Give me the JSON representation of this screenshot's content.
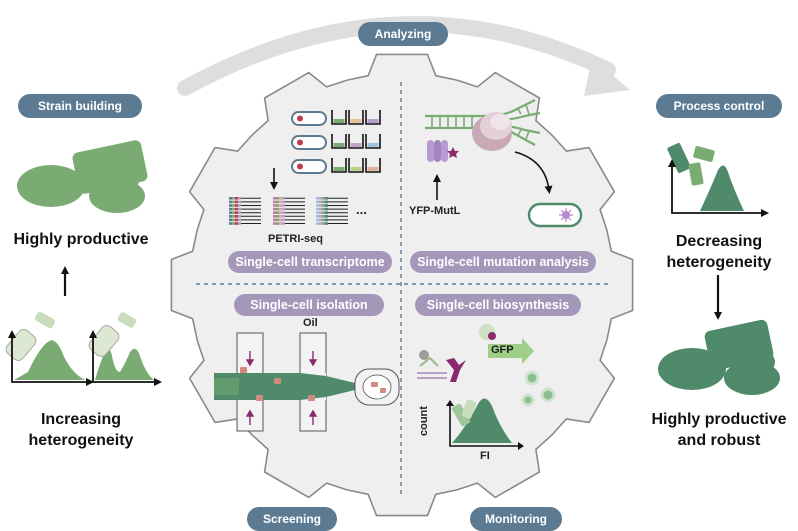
{
  "stages": {
    "analyzing": "Analyzing",
    "screening": "Screening",
    "monitoring": "Monitoring"
  },
  "left_panel": {
    "title": "Strain building",
    "top_text": "Highly productive",
    "bottom_text": [
      "Increasing",
      "heterogeneity"
    ]
  },
  "right_panel": {
    "title": "Process control",
    "top_text": [
      "Decreasing",
      "heterogeneity"
    ],
    "bottom_text": [
      "Highly productive",
      "and robust"
    ]
  },
  "quadrants": {
    "transcriptome": {
      "label": "Single-cell transcriptome",
      "method": "PETRI-seq",
      "ellipsis": "..."
    },
    "mutation": {
      "label": "Single-cell mutation analysis",
      "reporter": "YFP-MutL"
    },
    "isolation": {
      "label": "Single-cell isolation",
      "fluid": "Oil"
    },
    "biosynthesis": {
      "label": "Single-cell biosynthesis",
      "reporter": "GFP",
      "y_axis": "count",
      "x_axis": "FI"
    }
  },
  "colors": {
    "pill_blue": "#5c7b93",
    "pill_purple": "#a597b9",
    "cell_green": "#7aab72",
    "dark_green": "#4f8a6a",
    "light_green": "#c9dcbc",
    "gear_fill": "#efeff0",
    "panel_fill": "#f2f2f2",
    "magenta": "#8a2a6e"
  }
}
